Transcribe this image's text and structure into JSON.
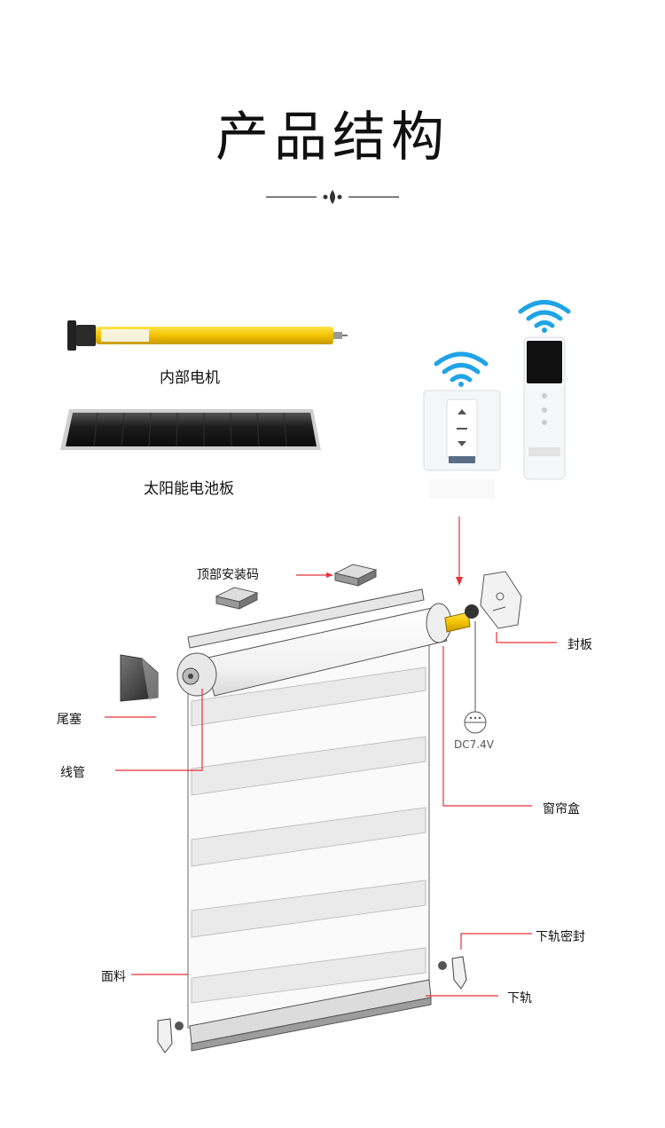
{
  "title": "产品结构",
  "components": {
    "motor": "内部电机",
    "solar_panel": "太阳能电池板"
  },
  "labels": {
    "top_mount": "顶部安装码",
    "end_plate": "封板",
    "end_plug": "尾塞",
    "tube": "线管",
    "voltage": "DC7.4V",
    "cassette": "窗帘盒",
    "bottom_rail_seal": "下轨密封",
    "fabric": "面料",
    "bottom_rail": "下轨"
  },
  "colors": {
    "accent_line": "#e8303a",
    "motor_yellow": "#f2c200",
    "wifi_blue": "#1fa3e6"
  }
}
